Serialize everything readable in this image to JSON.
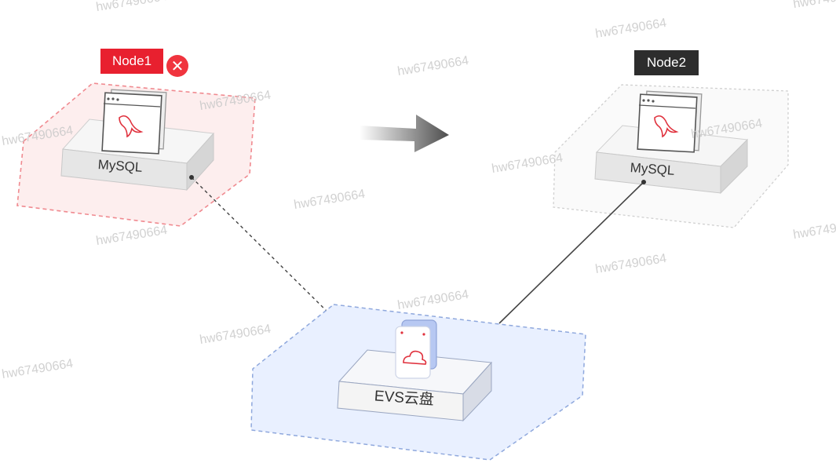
{
  "nodes": {
    "failed_node": {
      "label": "Node1",
      "db_label": "MySQL",
      "accent": "#e8202f"
    },
    "standby_node": {
      "label": "Node2",
      "db_label": "MySQL",
      "accent": "#2d2d2d"
    }
  },
  "fail_icon": "close-circle-icon",
  "storage": {
    "label": "EVS云盘",
    "icon": "cloud-disk-icon"
  },
  "arrow_icon": "right-arrow-icon",
  "watermark": "hw67490664",
  "colors": {
    "failed_fill": "#fdecec",
    "failed_border": "#f08a90",
    "storage_fill": "#e7efff",
    "storage_border": "#8fa8dd",
    "neutral_border": "#cfcfcf"
  }
}
